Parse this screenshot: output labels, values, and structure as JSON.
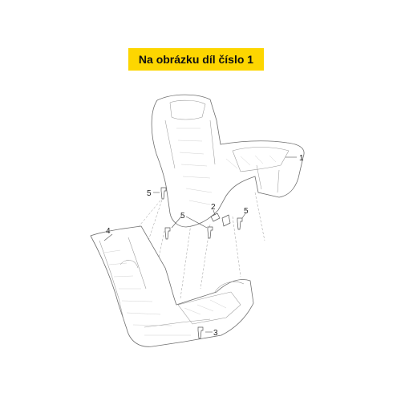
{
  "banner": {
    "text": "Na obrázku díl číslo 1",
    "background": "#fdd600"
  },
  "callouts": {
    "part_1": "1",
    "part_2": "2",
    "part_3": "3",
    "part_4": "4",
    "part_5_left": "5",
    "part_5_center": "5",
    "part_5_right": "5"
  }
}
